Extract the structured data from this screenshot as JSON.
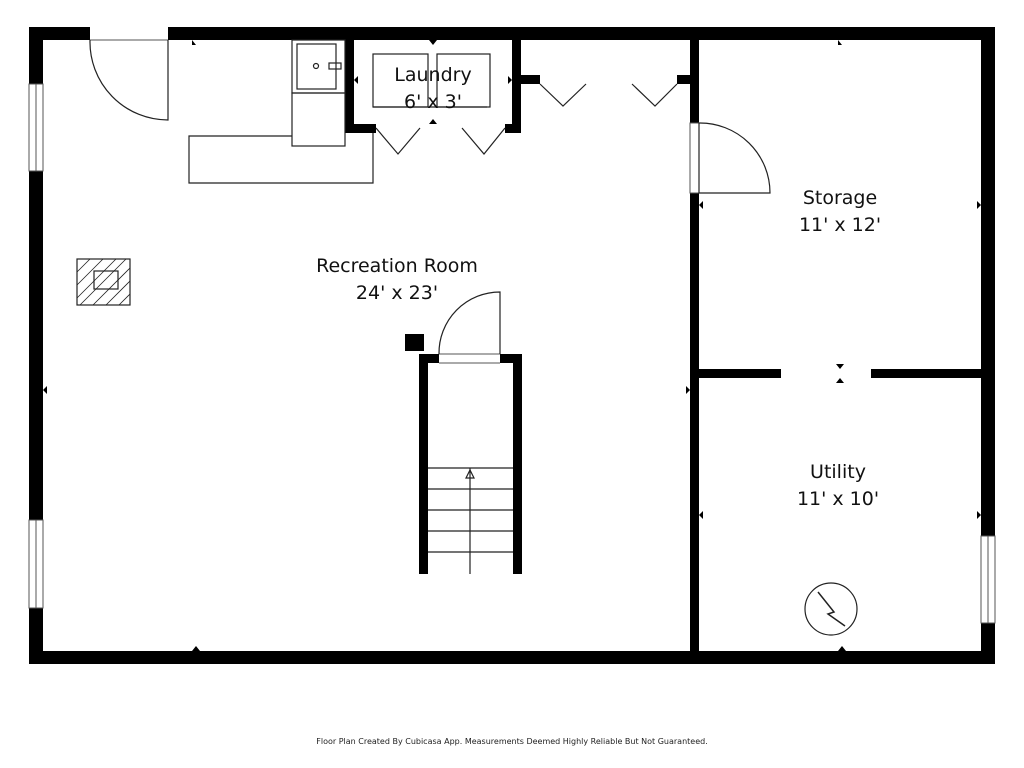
{
  "rooms": [
    {
      "name": "Recreation Room",
      "dims": "24' x 23'"
    },
    {
      "name": "Laundry",
      "dims": "6' x 3'"
    },
    {
      "name": "Storage",
      "dims": "11' x 12'"
    },
    {
      "name": "Utility",
      "dims": "11' x 10'"
    }
  ],
  "footer": "Floor Plan Created By Cubicasa App. Measurements Deemed Highly Reliable But Not Guaranteed.",
  "colors": {
    "wall": "#000000",
    "background": "#ffffff"
  }
}
